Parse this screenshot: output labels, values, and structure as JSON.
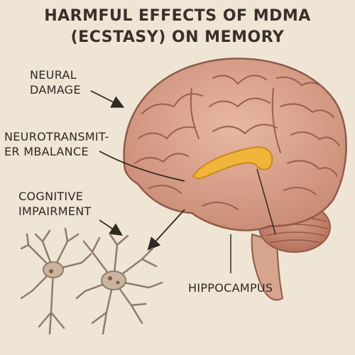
{
  "title": {
    "line1": "HARMFUL EFFECTS OF MDMA",
    "line2": "(ECSTASY) ON MEMORY"
  },
  "labels": {
    "neural_damage": {
      "line1": "NEURAL",
      "line2": "DAMAGE"
    },
    "neurotransmitter": {
      "line1": "NEUROTRANSMIT-",
      "line2": "ER MBALANCE"
    },
    "cognitive": {
      "line1": "COGNITIVE",
      "line2": "IMPAIRMENT"
    },
    "hippocampus": "HIPPOCAMPUS"
  },
  "colors": {
    "background": "#efe5d4",
    "brain": "#d9a08a",
    "hippocampus": "#f0b53a",
    "neuron": "#c9b59e",
    "ink": "#2f2823"
  }
}
